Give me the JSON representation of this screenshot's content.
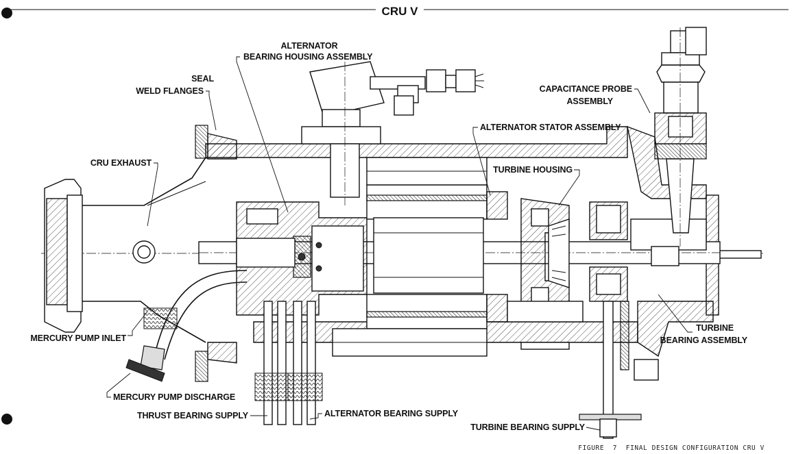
{
  "title": "CRU V",
  "caption": "FIGURE  7  FINAL DESIGN CONFIGURATION CRU V",
  "labels": {
    "alternator_line1": "ALTERNATOR",
    "alternator_line2": "BEARING HOUSING ASSEMBLY",
    "seal_line1": "SEAL",
    "seal_line2": "WELD FLANGES",
    "cru_exhaust": "CRU EXHAUST",
    "capacitance_line1": "CAPACITANCE PROBE",
    "capacitance_line2": "ASSEMBLY",
    "alternator_stator": "ALTERNATOR STATOR ASSEMBLY",
    "turbine_housing": "TURBINE HOUSING",
    "turbine_bearing_line1": "TURBINE",
    "turbine_bearing_line2": "BEARING ASSEMBLY",
    "mercury_pump_inlet": "MERCURY PUMP INLET",
    "mercury_pump_discharge": "MERCURY PUMP DISCHARGE",
    "thrust_bearing_supply": "THRUST BEARING SUPPLY",
    "alternator_bearing_supply": "ALTERNATOR BEARING SUPPLY",
    "turbine_bearing_supply": "TURBINE BEARING SUPPLY"
  }
}
